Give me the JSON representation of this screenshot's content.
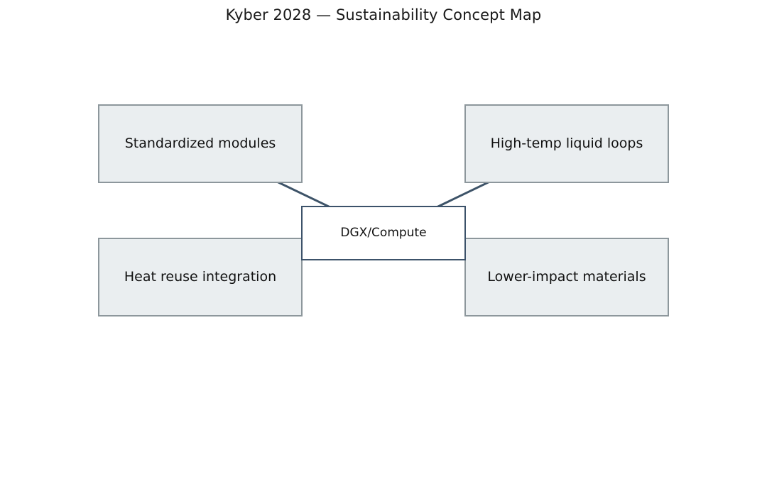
{
  "page": {
    "title": "Kyber 2028 — Sustainability Concept Map",
    "background_color": "#ffffff"
  },
  "diagram": {
    "type": "concept-map",
    "center_node": {
      "id": "dgx-compute",
      "label": "DGX/Compute",
      "fill_color": "#ffffff",
      "border_color": "#3c526a"
    },
    "nodes": [
      {
        "id": "standardized-modules",
        "label": "Standardized modules",
        "position": "top-left",
        "fill_color": "#eaeef0",
        "border_color": "#8d979c"
      },
      {
        "id": "high-temp-liquid-loops",
        "label": "High-temp liquid loops",
        "position": "top-right",
        "fill_color": "#eaeef0",
        "border_color": "#8d979c"
      },
      {
        "id": "heat-reuse-integration",
        "label": "Heat reuse integration",
        "position": "bottom-left",
        "fill_color": "#eaeef0",
        "border_color": "#8d979c"
      },
      {
        "id": "lower-impact-materials",
        "label": "Lower-impact materials",
        "position": "bottom-right",
        "fill_color": "#eaeef0",
        "border_color": "#8d979c"
      }
    ],
    "edges": [
      {
        "id": "edge-to-standardized-modules",
        "from": "dgx-compute",
        "to": "standardized-modules",
        "directed": true,
        "color": "#3d5368"
      },
      {
        "id": "edge-to-high-temp-liquid-loops",
        "from": "dgx-compute",
        "to": "high-temp-liquid-loops",
        "directed": true,
        "color": "#3d5368"
      },
      {
        "id": "edge-to-heat-reuse-integration",
        "from": "dgx-compute",
        "to": "heat-reuse-integration",
        "directed": true,
        "color": "#3d5368"
      },
      {
        "id": "edge-to-lower-impact-materials",
        "from": "dgx-compute",
        "to": "lower-impact-materials",
        "directed": true,
        "color": "#3d5368"
      }
    ],
    "edge_color": "#3d5368",
    "edge_width": 3
  }
}
